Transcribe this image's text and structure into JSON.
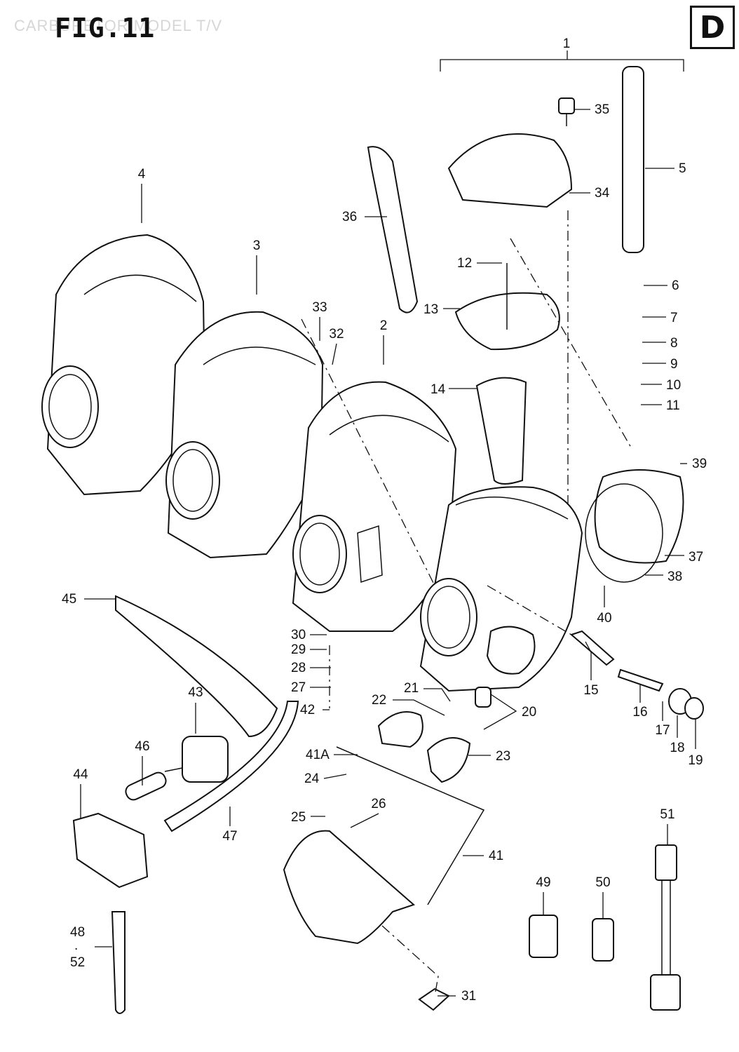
{
  "figure": {
    "title": "FIG.11",
    "watermark": "CARBURETOR MODEL T/V",
    "section": "D"
  },
  "callouts": [
    "1",
    "2",
    "3",
    "4",
    "5",
    "6",
    "7",
    "8",
    "9",
    "10",
    "11",
    "12",
    "13",
    "14",
    "15",
    "16",
    "17",
    "18",
    "19",
    "20",
    "21",
    "22",
    "23",
    "24",
    "25",
    "26",
    "27",
    "28",
    "29",
    "30",
    "31",
    "32",
    "33",
    "34",
    "35",
    "36",
    "37",
    "38",
    "39",
    "40",
    "41",
    "41A",
    "42",
    "43",
    "44",
    "45",
    "46",
    "47",
    "48",
    "49",
    "50",
    "51",
    "52"
  ],
  "callout_separator": "."
}
